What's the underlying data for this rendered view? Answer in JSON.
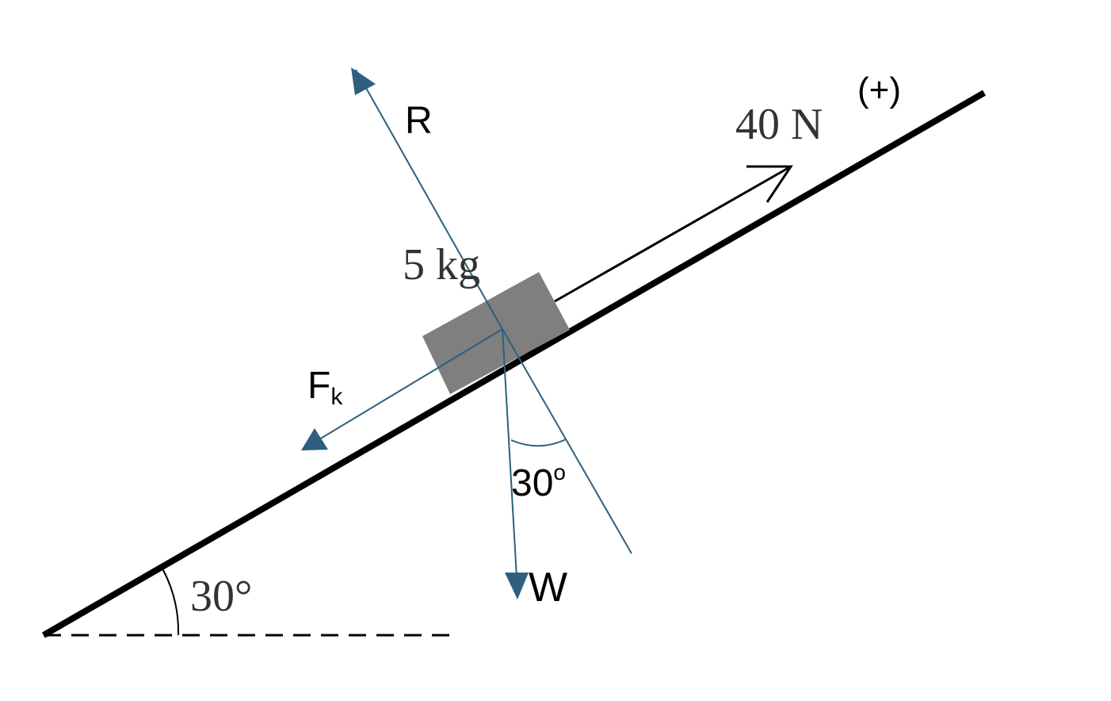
{
  "labels": {
    "normal_force": "R",
    "applied_force": "40 N",
    "positive_direction": "(+)",
    "mass": "5 kg",
    "friction_symbol": "F",
    "friction_subscript": "k",
    "weight": "W",
    "weight_angle_value": "30",
    "weight_angle_degree": "o",
    "incline_angle": "30°"
  },
  "physics": {
    "incline_angle_deg": 30,
    "mass_kg": 5,
    "applied_force_N": 40
  },
  "colors": {
    "force_vector": "#2e5f7e",
    "incline": "#000000",
    "block": "#7f7f7f",
    "text": "#000000",
    "serif_text": "#333333"
  }
}
